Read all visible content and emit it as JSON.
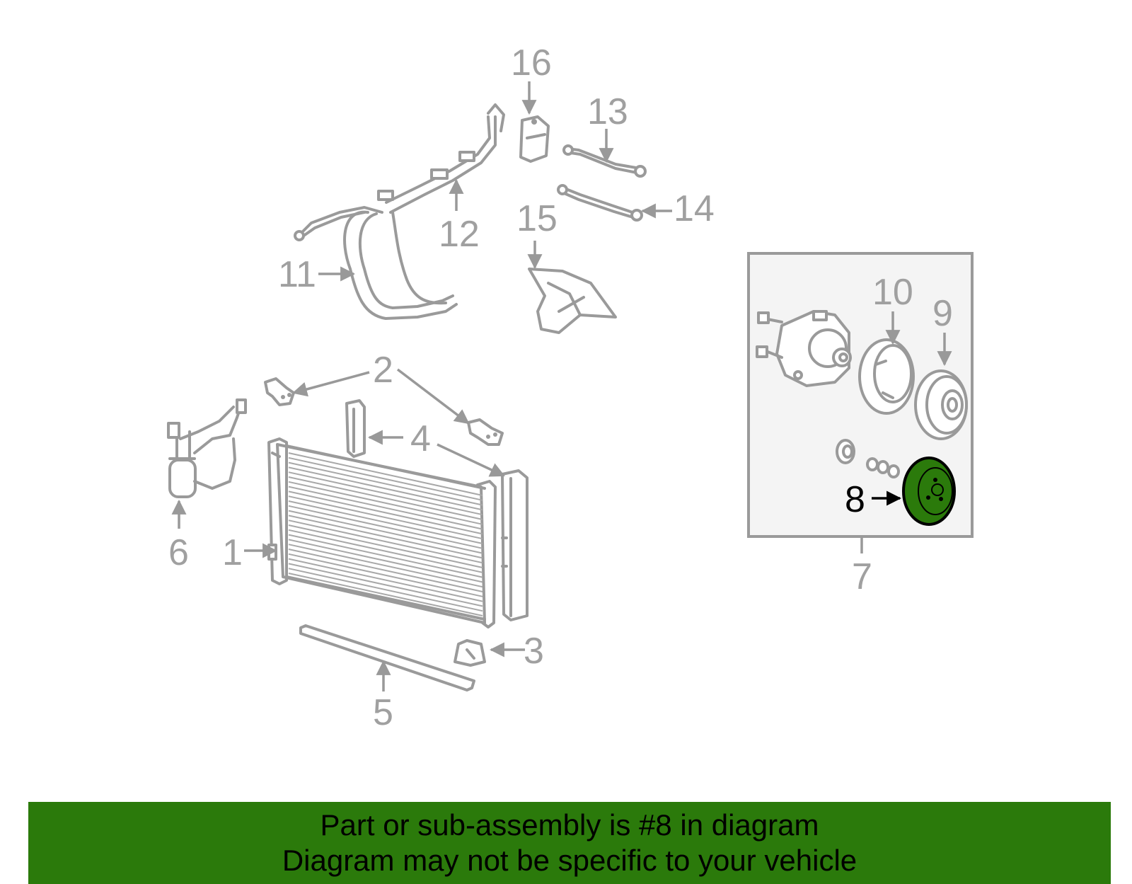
{
  "callouts": {
    "c1": "1",
    "c2": "2",
    "c3": "3",
    "c4": "4",
    "c5": "5",
    "c6": "6",
    "c7": "7",
    "c8": "8",
    "c9": "9",
    "c10": "10",
    "c11": "11",
    "c12": "12",
    "c13": "13",
    "c14": "14",
    "c15": "15",
    "c16": "16"
  },
  "highlight": {
    "part_number": "8",
    "color": "#2b7a0b"
  },
  "banner": {
    "line1": "Part or sub-assembly is #8 in diagram",
    "line2": "Diagram may not be specific to your vehicle",
    "background": "#2b7a0b"
  }
}
